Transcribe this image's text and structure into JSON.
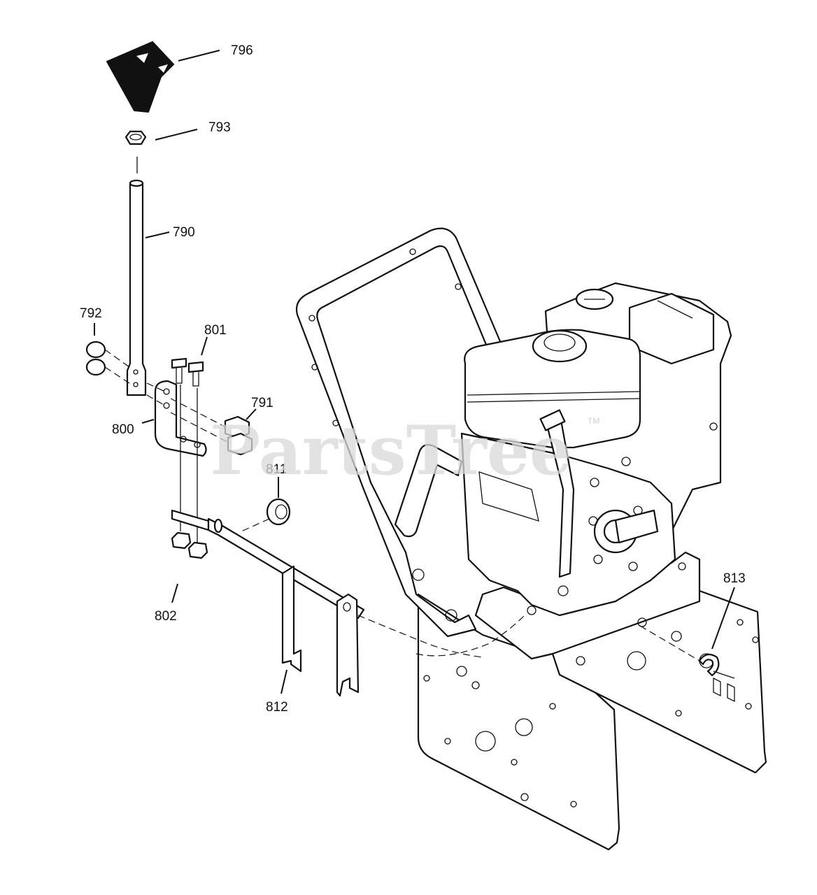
{
  "diagram": {
    "watermark": "PartsTree",
    "watermark_tm": "TM",
    "callouts": [
      {
        "id": "796",
        "label": "796"
      },
      {
        "id": "793",
        "label": "793"
      },
      {
        "id": "790",
        "label": "790"
      },
      {
        "id": "792",
        "label": "792"
      },
      {
        "id": "801",
        "label": "801"
      },
      {
        "id": "791",
        "label": "791"
      },
      {
        "id": "800",
        "label": "800"
      },
      {
        "id": "811",
        "label": "811"
      },
      {
        "id": "802",
        "label": "802"
      },
      {
        "id": "812",
        "label": "812"
      },
      {
        "id": "813",
        "label": "813"
      }
    ]
  }
}
